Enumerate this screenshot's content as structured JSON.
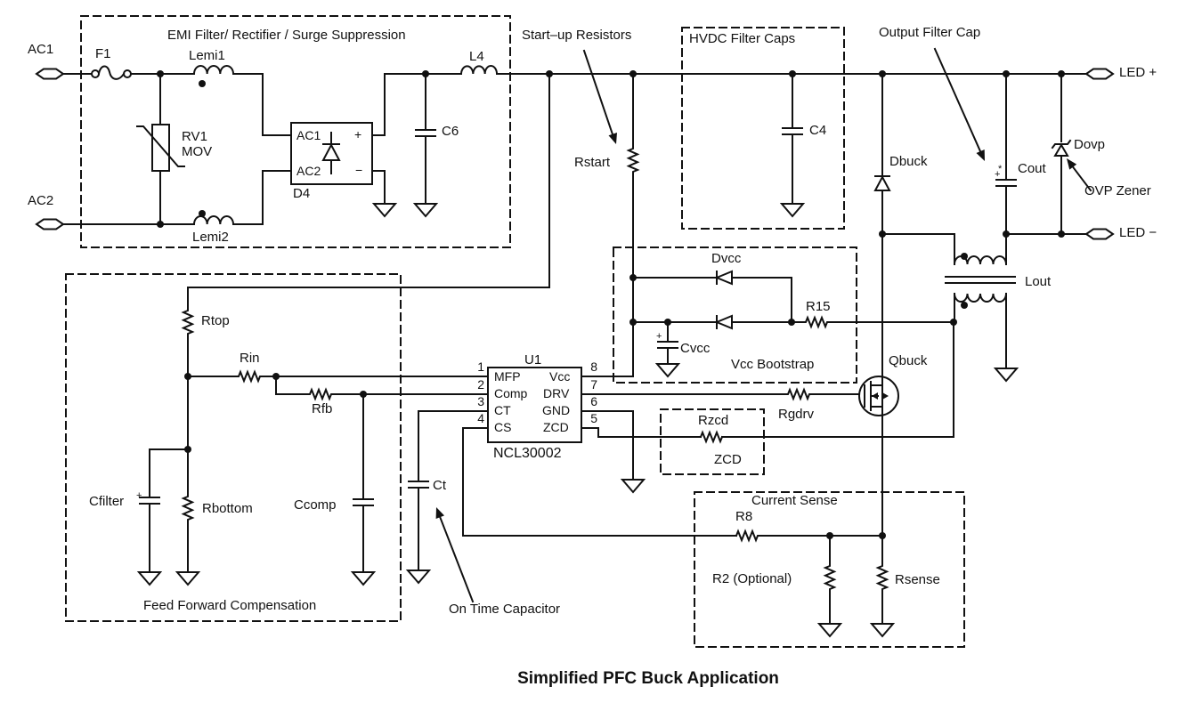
{
  "title": "Simplified PFC Buck Application",
  "boxes": {
    "emi": "EMI Filter/ Rectifier / Surge Suppression",
    "startup": "Start–up Resistors",
    "hvdc": "HVDC Filter Caps",
    "output_cap": "Output Filter Cap",
    "vcc_bootstrap": "Vcc Bootstrap",
    "zcd": "ZCD",
    "current_sense": "Current Sense",
    "feed_forward": "Feed Forward Compensation",
    "on_time": "On Time Capacitor",
    "ovp": "OVP Zener"
  },
  "terminals": {
    "ac1": "AC1",
    "ac2": "AC2",
    "led_plus": "LED +",
    "led_minus": "LED −"
  },
  "parts": {
    "f1": "F1",
    "lemi1": "Lemi1",
    "lemi2": "Lemi2",
    "rv1": "RV1",
    "mov": "MOV",
    "d4": "D4",
    "c6": "C6",
    "l4": "L4",
    "rstart": "Rstart",
    "c4": "C4",
    "dbuck": "Dbuck",
    "cout": "Cout",
    "dovp": "Dovp",
    "lout": "Lout",
    "dvcc": "Dvcc",
    "cvcc": "Cvcc",
    "r15": "R15",
    "qbuck": "Qbuck",
    "rgdrv": "Rgdrv",
    "rzcd": "Rzcd",
    "r8": "R8",
    "r2": "R2 (Optional)",
    "rsense": "Rsense",
    "rtop": "Rtop",
    "rin": "Rin",
    "rfb": "Rfb",
    "cfilter": "Cfilter",
    "rbottom": "Rbottom",
    "ccomp": "Ccomp",
    "ct": "Ct"
  },
  "marks": {
    "plus": "+",
    "star": "*"
  },
  "bridge": {
    "in1": "AC1",
    "in2": "AC2",
    "out_pos": "+",
    "out_neg": "−"
  },
  "ic": {
    "ref": "U1",
    "part": "NCL30002",
    "pins_left": [
      {
        "num": "1",
        "name": "MFP"
      },
      {
        "num": "2",
        "name": "Comp"
      },
      {
        "num": "3",
        "name": "CT"
      },
      {
        "num": "4",
        "name": "CS"
      }
    ],
    "pins_right": [
      {
        "num": "8",
        "name": "Vcc"
      },
      {
        "num": "7",
        "name": "DRV"
      },
      {
        "num": "6",
        "name": "GND"
      },
      {
        "num": "5",
        "name": "ZCD"
      }
    ]
  }
}
